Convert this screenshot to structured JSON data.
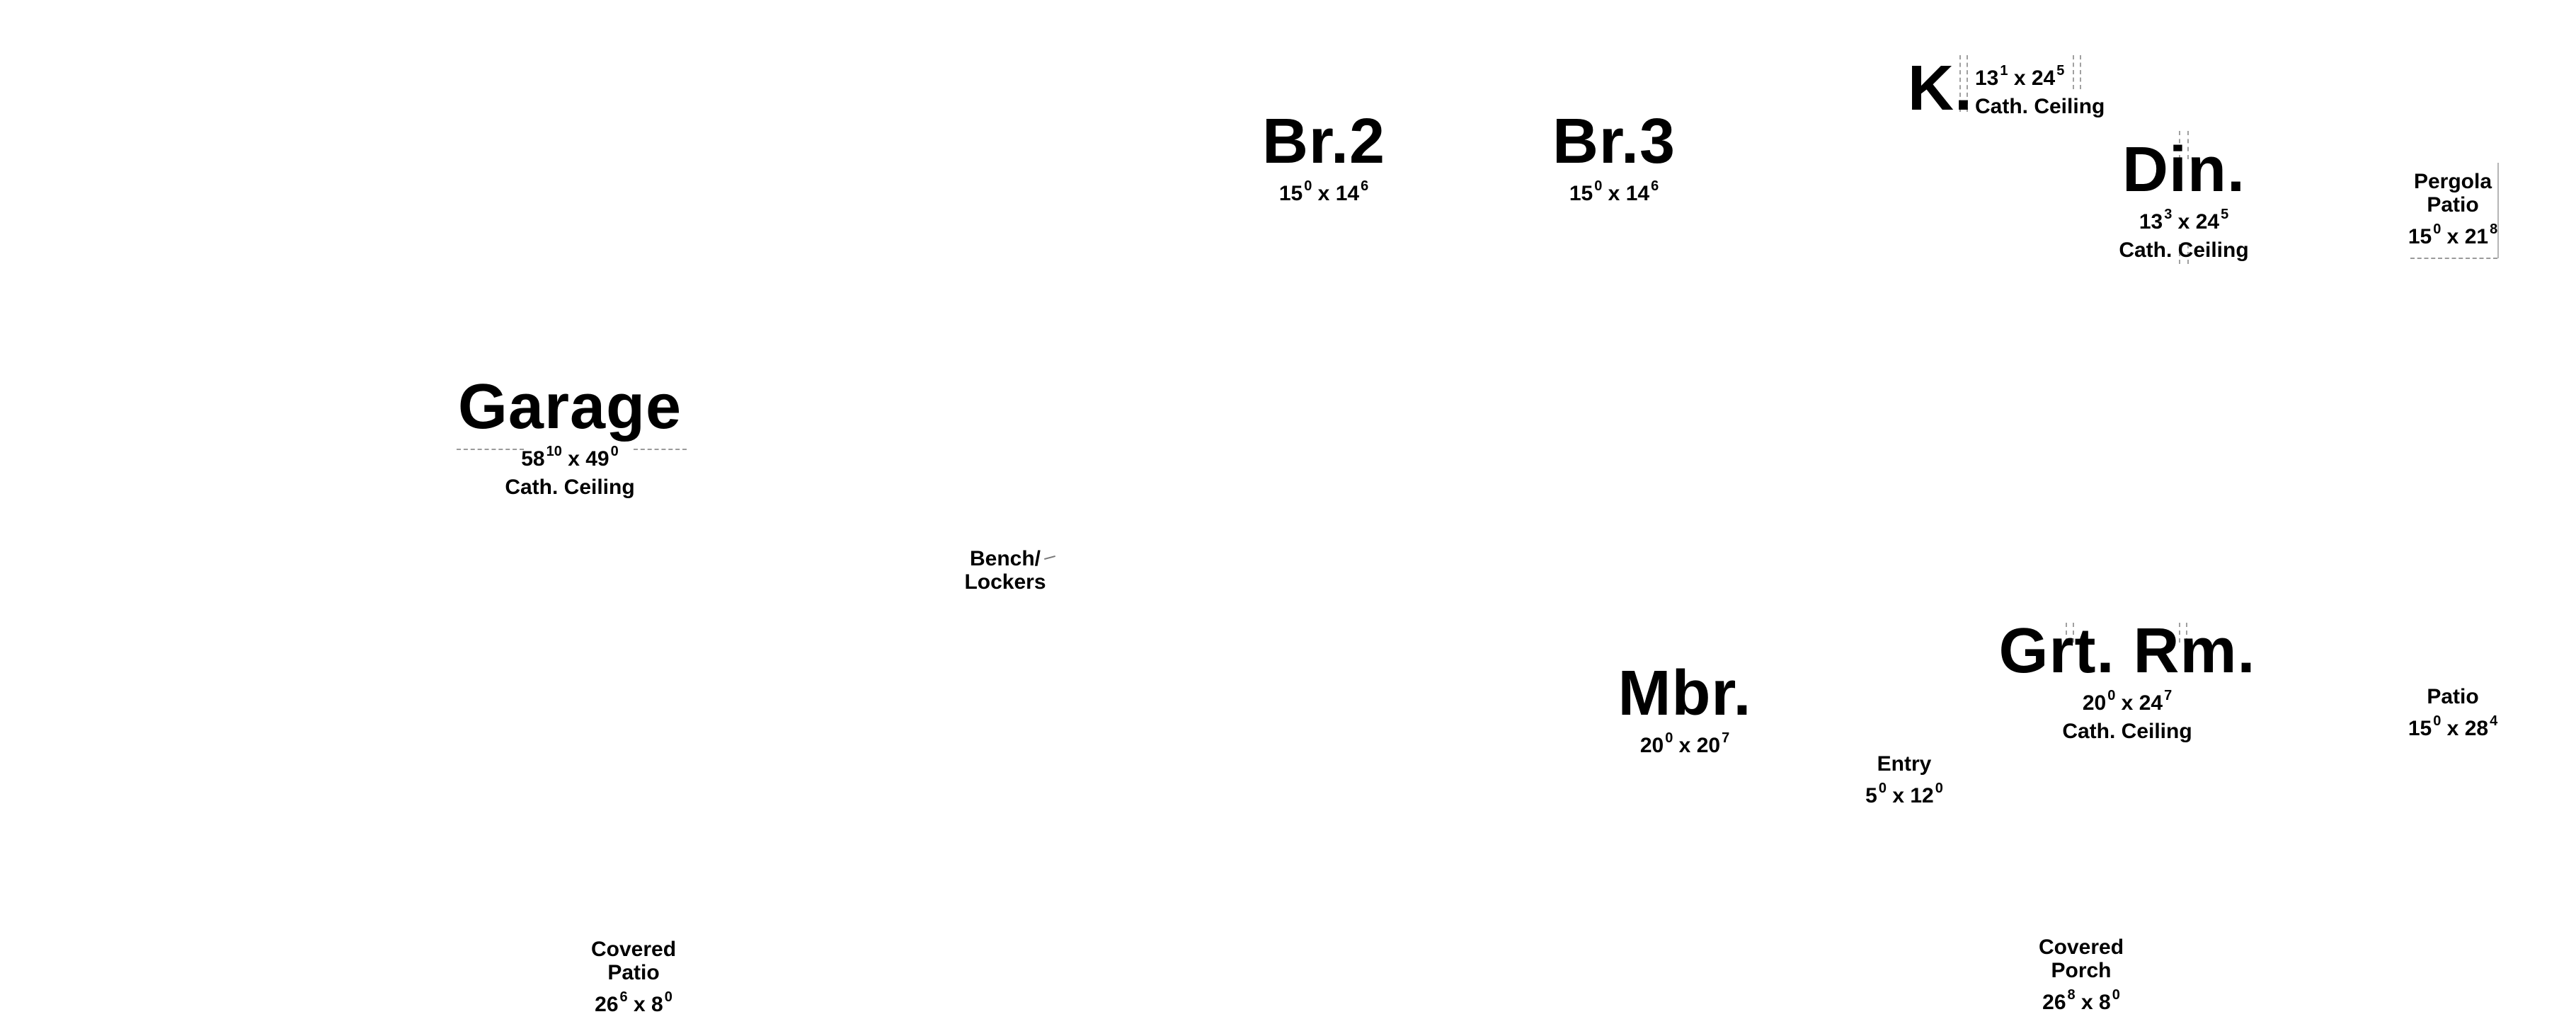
{
  "rooms": {
    "br2": {
      "name": "Br.2",
      "w": "15",
      "w_in": "0",
      "x": "x",
      "l": "14",
      "l_in": "6"
    },
    "br3": {
      "name": "Br.3",
      "w": "15",
      "w_in": "0",
      "x": "x",
      "l": "14",
      "l_in": "6"
    },
    "kitchen": {
      "name": "K.",
      "w": "13",
      "w_in": "1",
      "x": "x",
      "l": "24",
      "l_in": "5",
      "note": "Cath. Ceiling"
    },
    "dining": {
      "name": "Din.",
      "w": "13",
      "w_in": "3",
      "x": "x",
      "l": "24",
      "l_in": "5",
      "note": "Cath. Ceiling"
    },
    "pergola": {
      "name_line1": "Pergola",
      "name_line2": "Patio",
      "w": "15",
      "w_in": "0",
      "x": "x",
      "l": "21",
      "l_in": "8"
    },
    "garage": {
      "name": "Garage",
      "w": "58",
      "w_in": "10",
      "x": "x",
      "l": "49",
      "l_in": "0",
      "note": "Cath. Ceiling"
    },
    "bench": {
      "line1": "Bench/",
      "line2": "Lockers"
    },
    "mbr": {
      "name": "Mbr.",
      "w": "20",
      "w_in": "0",
      "x": "x",
      "l": "20",
      "l_in": "7"
    },
    "great_room": {
      "name": "Grt. Rm.",
      "w": "20",
      "w_in": "0",
      "x": "x",
      "l": "24",
      "l_in": "7",
      "note": "Cath. Ceiling"
    },
    "patio": {
      "name": "Patio",
      "w": "15",
      "w_in": "0",
      "x": "x",
      "l": "28",
      "l_in": "4"
    },
    "entry": {
      "name": "Entry",
      "w": "5",
      "w_in": "0",
      "x": "x",
      "l": "12",
      "l_in": "0"
    },
    "covered_patio": {
      "name_line1": "Covered",
      "name_line2": "Patio",
      "w": "26",
      "w_in": "6",
      "x": "x",
      "l": "8",
      "l_in": "0"
    },
    "covered_porch": {
      "name_line1": "Covered",
      "name_line2": "Porch",
      "w": "26",
      "w_in": "8",
      "x": "x",
      "l": "8",
      "l_in": "0"
    }
  }
}
